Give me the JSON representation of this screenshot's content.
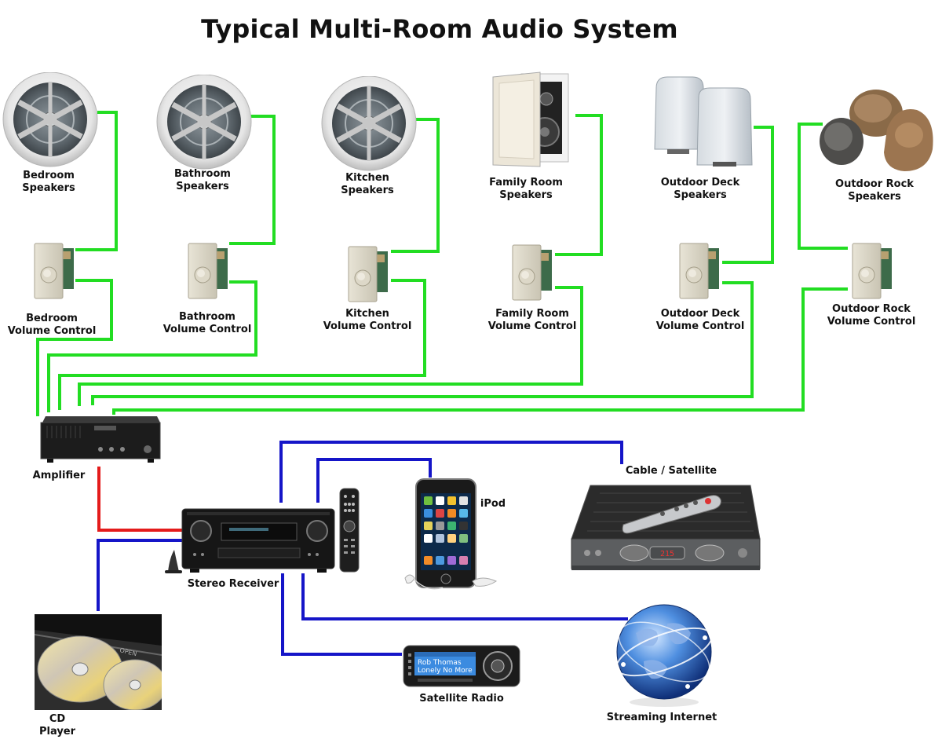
{
  "title": "Typical Multi-Room Audio System",
  "speakers": [
    {
      "line1": "Bedroom",
      "line2": "Speakers"
    },
    {
      "line1": "Bathroom",
      "line2": "Speakers"
    },
    {
      "line1": "Kitchen",
      "line2": "Speakers"
    },
    {
      "line1": "Family Room",
      "line2": "Speakers"
    },
    {
      "line1": "Outdoor Deck",
      "line2": "Speakers"
    },
    {
      "line1": "Outdoor Rock",
      "line2": "Speakers"
    }
  ],
  "volume_controls": [
    {
      "line1": "Bedroom",
      "line2": "Volume Control"
    },
    {
      "line1": "Bathroom",
      "line2": "Volume Control"
    },
    {
      "line1": "Kitchen",
      "line2": "Volume Control"
    },
    {
      "line1": "Family Room",
      "line2": "Volume Control"
    },
    {
      "line1": "Outdoor Deck",
      "line2": "Volume Control"
    },
    {
      "line1": "Outdoor Rock",
      "line2": "Volume Control"
    }
  ],
  "devices": {
    "amplifier": "Amplifier",
    "receiver": "Stereo Receiver",
    "ipod": "iPod",
    "cable": "Cable / Satellite",
    "cd": "CD Player",
    "satradio": "Satellite Radio",
    "internet": "Streaming Internet"
  },
  "screens": {
    "satradio_line1": "Rob Thomas",
    "satradio_line2": "Lonely No More",
    "cable_display": "215"
  },
  "colors": {
    "speaker_wire": "#22dd22",
    "source_wire": "#1515c8",
    "amp_wire": "#e41b1b"
  }
}
